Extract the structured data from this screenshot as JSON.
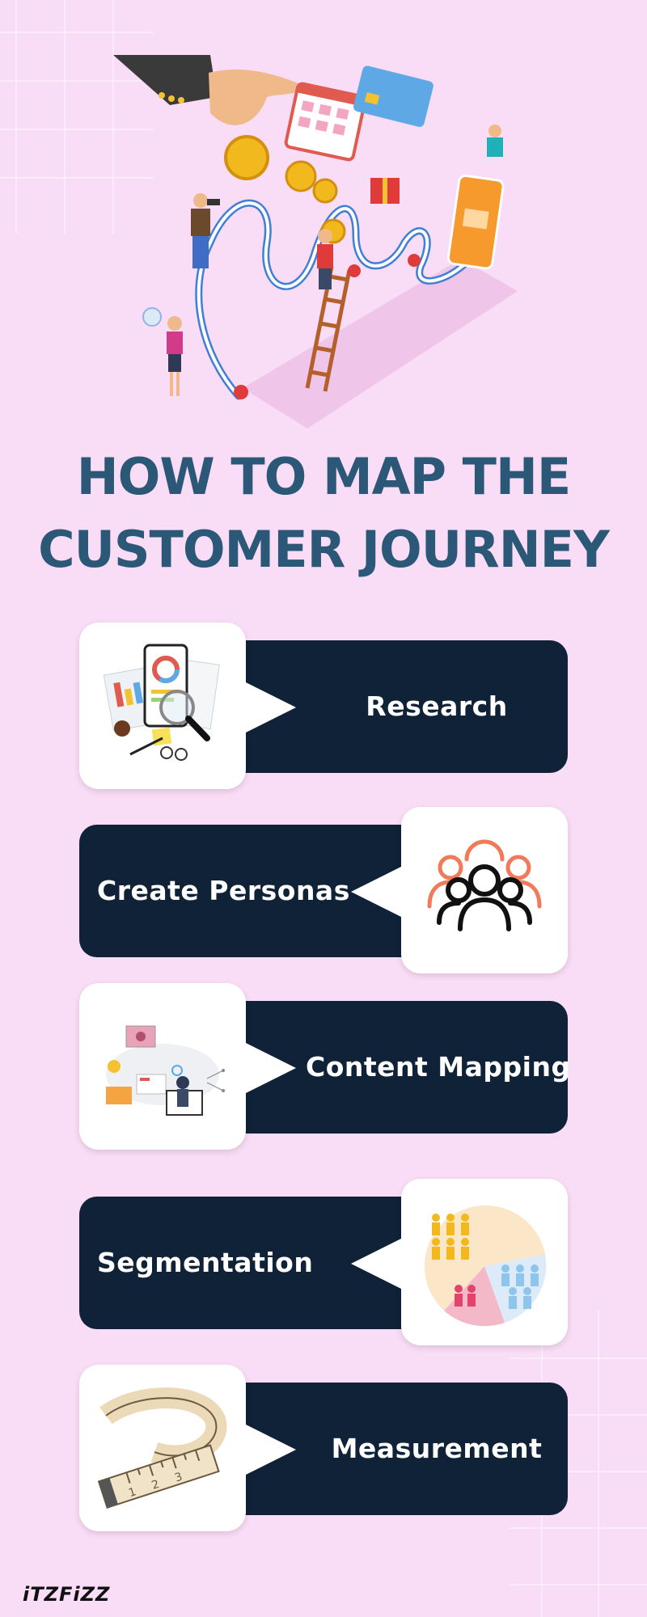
{
  "title": {
    "line1": "HOW TO MAP THE",
    "line2": "CUSTOMER JOURNEY"
  },
  "steps": [
    {
      "label": "Research",
      "icon": "research-icon"
    },
    {
      "label": "Create Personas",
      "icon": "personas-icon"
    },
    {
      "label": "Content Mapping",
      "icon": "content-mapping-icon"
    },
    {
      "label": "Segmentation",
      "icon": "segmentation-icon"
    },
    {
      "label": "Measurement",
      "icon": "measuring-tape-icon"
    }
  ],
  "brand": {
    "logo": "iTZFiZZ"
  },
  "colors": {
    "background": "#f9dcf5",
    "title": "#2c5878",
    "bar": "#0f2238",
    "card": "#ffffff",
    "accent_orange": "#f07a5a"
  }
}
